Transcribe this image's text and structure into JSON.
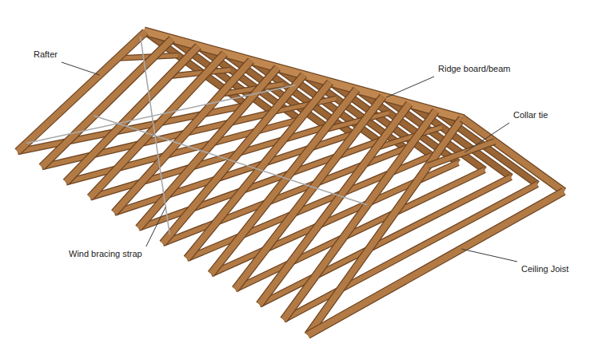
{
  "diagram": {
    "labels": [
      "Rafter",
      "Ridge board/beam",
      "Collar tie",
      "Wind bracing strap",
      "Ceiling Joist"
    ]
  }
}
